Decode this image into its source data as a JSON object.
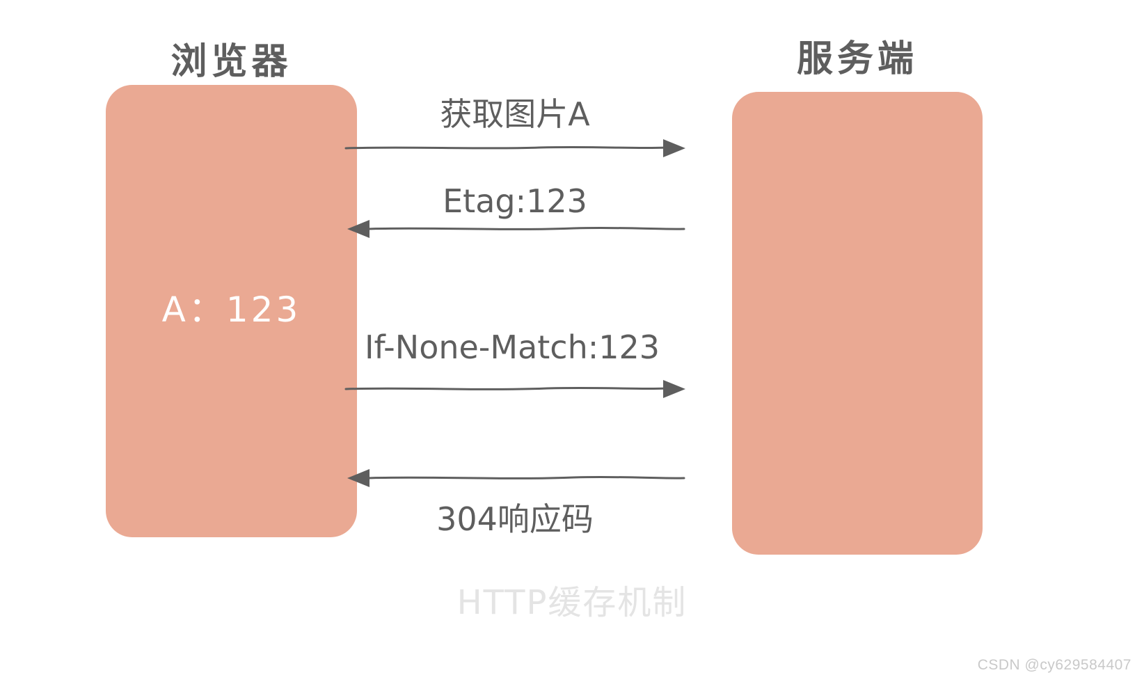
{
  "figure": {
    "caption": "HTTP缓存机制",
    "watermark": "CSDN @cy629584407",
    "colors": {
      "actor_fill": "#eaa993",
      "line": "#5e5e5e",
      "text": "#5e5e5e",
      "caption": "#e4e4e4",
      "cache_text": "#ffffff",
      "background": "#ffffff"
    }
  },
  "actors": {
    "left": {
      "label": "浏览器",
      "cache_value": "A：123"
    },
    "right": {
      "label": "服务端"
    }
  },
  "messages": [
    {
      "id": "request-image",
      "label": "获取图片A",
      "direction": "right",
      "label_position": "above"
    },
    {
      "id": "etag-response",
      "label": "Etag:123",
      "direction": "left",
      "label_position": "above"
    },
    {
      "id": "if-none-match-request",
      "label": "If-None-Match:123",
      "direction": "right",
      "label_position": "above"
    },
    {
      "id": "not-modified-response",
      "label": "304响应码",
      "direction": "left",
      "label_position": "below"
    }
  ]
}
